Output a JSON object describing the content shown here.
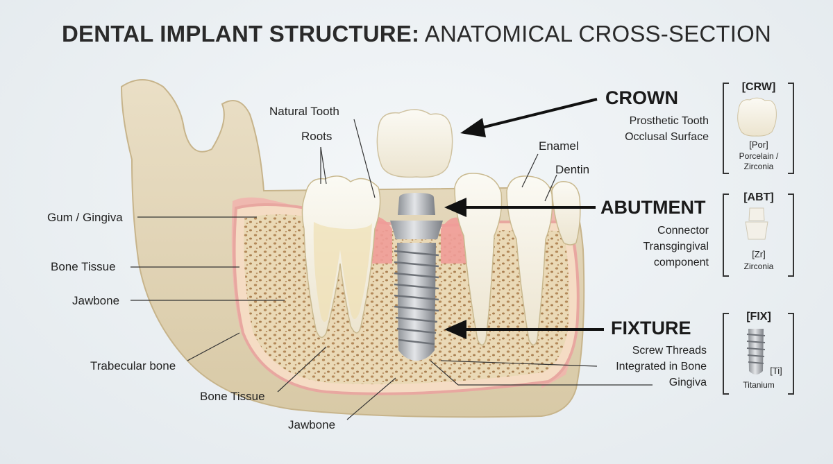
{
  "title": {
    "bold": "DENTAL IMPLANT STRUCTURE:",
    "light": "ANATOMICAL CROSS-SECTION"
  },
  "labels": {
    "natural_tooth": "Natural Tooth",
    "roots": "Roots",
    "enamel": "Enamel",
    "dentin": "Dentin",
    "gum": "Gum / Gingiva",
    "bone_tissue_left": "Bone Tissue",
    "jawbone_left": "Jawbone",
    "trabecular": "Trabecular bone",
    "bone_tissue_bottom": "Bone Tissue",
    "jawbone_bottom": "Jawbone"
  },
  "components": {
    "crown": {
      "name": "CROWN",
      "lines": [
        "Prosthetic Tooth",
        "Occlusal Surface"
      ]
    },
    "abutment": {
      "name": "ABUTMENT",
      "lines": [
        "Connector",
        "Transgingival",
        "component"
      ]
    },
    "fixture": {
      "name": "FIXTURE",
      "lines": [
        "Screw Threads",
        "Integrated in Bone",
        "Gingiva"
      ]
    }
  },
  "legend": {
    "crown": {
      "code": "[CRW]",
      "material_code": "[Por]",
      "material": "Porcelain /",
      "material2": "Zirconia"
    },
    "abutment": {
      "code": "[ABT]",
      "material_code": "[Zr]",
      "material": "Zirconia"
    },
    "fixture": {
      "code": "[FIX]",
      "material_code": "[Ti]",
      "material": "Titanium"
    }
  }
}
